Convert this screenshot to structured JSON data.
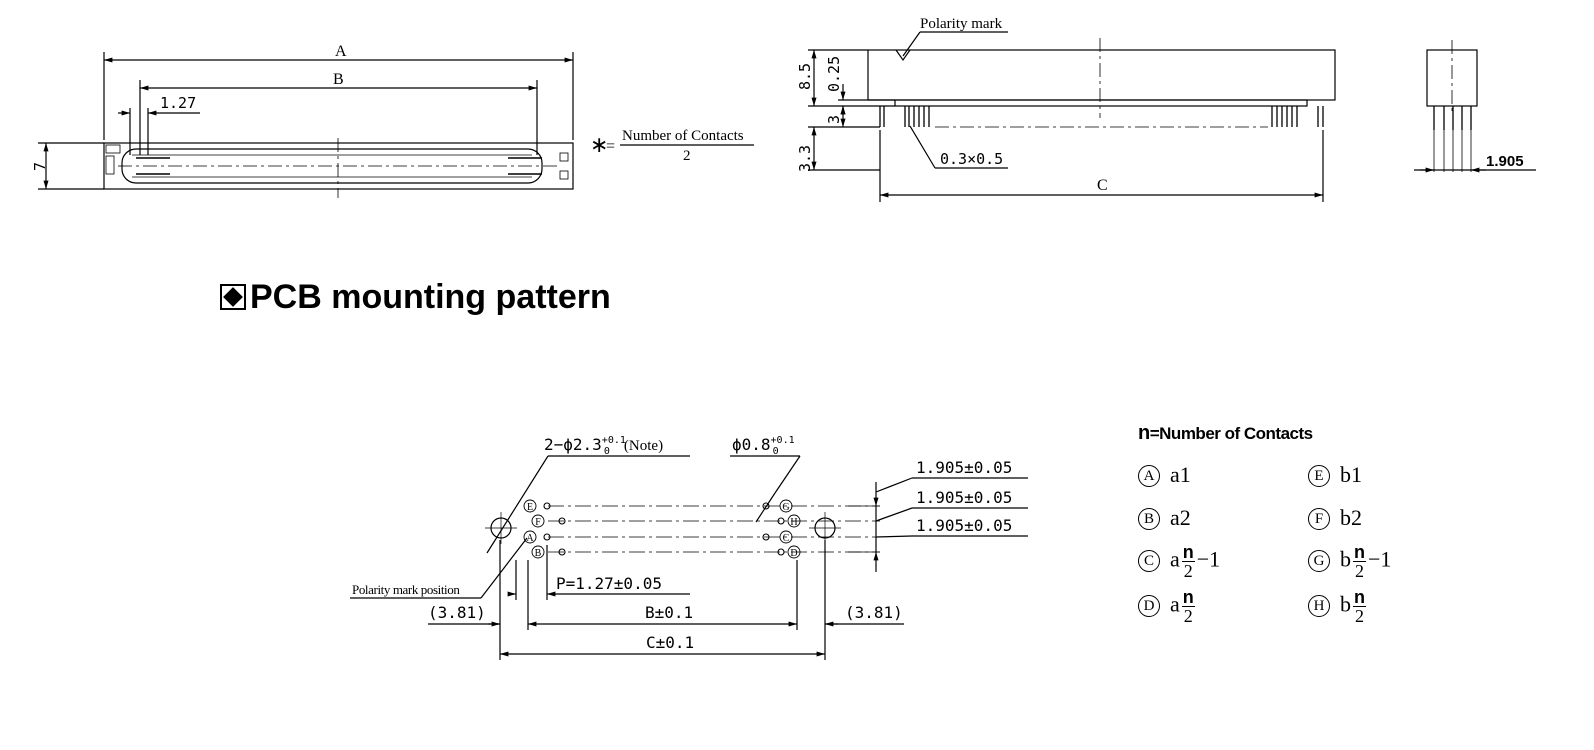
{
  "section_title": "PCB mounting pattern",
  "top_left": {
    "dim_a": "A",
    "dim_b": "B",
    "dim_pitch": "1.27",
    "dim_height": "7",
    "note_asterisk": "∗",
    "note_eq": "=",
    "note_num": "Number of Contacts",
    "note_den": "2"
  },
  "top_middle": {
    "polarity_mark": "Polarity mark",
    "dim_85": "8.5",
    "dim_025": "0.25",
    "dim_3": "3",
    "dim_33": "3.3",
    "dim_pin": "0.3×0.5",
    "dim_c": "C"
  },
  "top_right": {
    "dim_1905": "1.905"
  },
  "pattern": {
    "hole_large": "2−ϕ2.3",
    "hole_large_tol": "+0.1",
    "hole_large_tol0": "0",
    "hole_large_note": "(Note)",
    "hole_small": "ϕ0.8",
    "hole_small_tol": "+0.1",
    "hole_small_tol0": "0",
    "dim_row1": "1.905±0.05",
    "dim_row2": "1.905±0.05",
    "dim_row3": "1.905±0.05",
    "polarity_pos": "Polarity mark position",
    "dim_381_left": "(3.81)",
    "dim_381_right": "(3.81)",
    "dim_p": "P=1.27±0.05",
    "dim_b": "B±0.1",
    "dim_c": "C±0.1",
    "labels_left": [
      "E",
      "F",
      "A",
      "B"
    ],
    "labels_right": [
      "G",
      "H",
      "C",
      "D"
    ]
  },
  "legend": {
    "n_symbol": "n",
    "eq": "=",
    "header": "Number of Contacts",
    "items": [
      {
        "key": "A",
        "prefix": "a1",
        "frac_num": "",
        "frac_den": "",
        "suffix": ""
      },
      {
        "key": "B",
        "prefix": "a2",
        "frac_num": "",
        "frac_den": "",
        "suffix": ""
      },
      {
        "key": "C",
        "prefix": "a",
        "frac_num": "n",
        "frac_den": "2",
        "suffix": "−1"
      },
      {
        "key": "D",
        "prefix": "a",
        "frac_num": "n",
        "frac_den": "2",
        "suffix": ""
      },
      {
        "key": "E",
        "prefix": "b1",
        "frac_num": "",
        "frac_den": "",
        "suffix": ""
      },
      {
        "key": "F",
        "prefix": "b2",
        "frac_num": "",
        "frac_den": "",
        "suffix": ""
      },
      {
        "key": "G",
        "prefix": "b",
        "frac_num": "n",
        "frac_den": "2",
        "suffix": "−1"
      },
      {
        "key": "H",
        "prefix": "b",
        "frac_num": "n",
        "frac_den": "2",
        "suffix": ""
      }
    ]
  }
}
